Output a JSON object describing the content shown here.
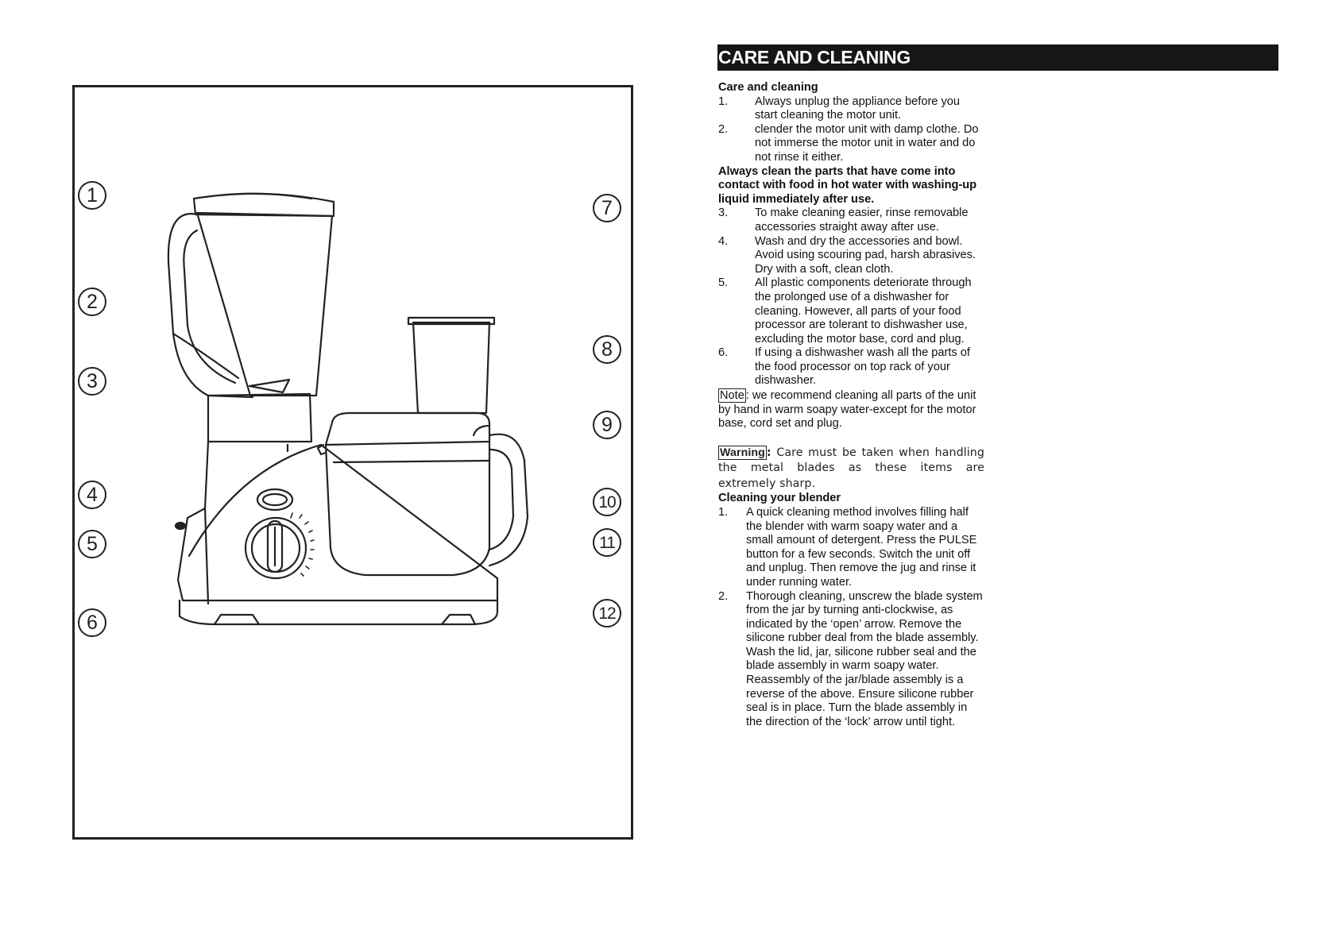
{
  "diagram": {
    "callouts_left": [
      "1",
      "2",
      "3",
      "4",
      "5",
      "6"
    ],
    "callouts_right": [
      "7",
      "8",
      "9",
      "10",
      "11",
      "12"
    ]
  },
  "section": {
    "title": "CARE AND CLEANING",
    "care_heading": "Care and cleaning",
    "care_items": [
      {
        "num": "1.",
        "text": "Always unplug the appliance before you start cleaning the motor unit."
      },
      {
        "num": "2.",
        "text": "clender the motor unit with damp clothe. Do not immerse the motor unit in water and do not rinse it either."
      }
    ],
    "bold_notice": "Always clean the parts that have come into contact with food in hot water with washing-up liquid immediately after use.",
    "care_items_2": [
      {
        "num": "3.",
        "text": "To make cleaning easier, rinse removable accessories straight away after use."
      },
      {
        "num": "4.",
        "text": "Wash and dry the accessories and bowl. Avoid using scouring pad, harsh abrasives. Dry with a soft, clean cloth."
      },
      {
        "num": "5.",
        "text": "All plastic components deteriorate through the prolonged use of a dishwasher for cleaning. However, all parts of your food processor are tolerant to dishwasher use, excluding the motor base, cord and plug."
      },
      {
        "num": "6.",
        "text": "If using a dishwasher wash all the parts of the food processor on top rack of your dishwasher."
      }
    ],
    "note_label": "Note",
    "note_text": ": we recommend cleaning all parts of the unit by hand in warm soapy water-except for the motor base, cord set and plug.",
    "warning_label": "Warning",
    "warning_colon": ":",
    "warning_text": " Care must be taken when handling the metal blades as these items are extremely sharp.",
    "blender_heading": "Cleaning your blender",
    "blender_items": [
      {
        "num": "1.",
        "text": "A quick cleaning method involves filling half the blender with warm soapy water and a small amount of detergent. Press the PULSE button for a few seconds. Switch the unit off and unplug. Then remove the jug and rinse it under running water."
      },
      {
        "num": "2.",
        "text": "Thorough cleaning, unscrew the blade system from the jar by turning anti-clockwise, as indicated by the ‘open’ arrow. Remove the silicone rubber deal from the blade assembly. Wash the lid, jar, silicone rubber seal and the blade assembly in warm soapy water. Reassembly of the jar/blade assembly is a reverse of the above. Ensure silicone rubber seal is in place. Turn the blade assembly in the direction of the ‘lock’ arrow until tight."
      }
    ]
  }
}
